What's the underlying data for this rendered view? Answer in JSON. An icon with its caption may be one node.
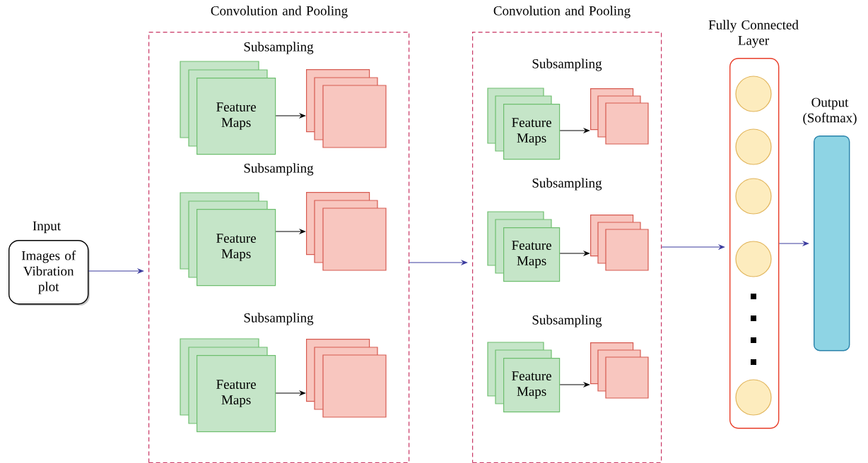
{
  "diagram": {
    "nodes": [
      {
        "text": [
          "Input",
          "Images of Vibration plot"
        ]
      },
      {
        "text": [
          "Convolution and Pooling"
        ]
      },
      {
        "text": [
          "Feature Maps"
        ],
        "in": 1
      },
      {
        "text": [],
        "shape": "box",
        "in": 1
      },
      {
        "text": [
          "Feature Maps"
        ],
        "in": 1
      },
      {
        "text": [],
        "shape": "box",
        "in": 1
      },
      {
        "text": [
          "Feature Maps"
        ],
        "in": 1
      },
      {
        "text": [],
        "shape": "box",
        "in": 1
      },
      {
        "text": [
          "Convolution and Pooling"
        ]
      },
      {
        "text": [
          "Feature Maps"
        ],
        "in": 8
      },
      {
        "text": [],
        "shape": "box",
        "in": 8
      },
      {
        "text": [
          "Feature Maps"
        ],
        "in": 8
      },
      {
        "text": [],
        "shape": "box",
        "in": 8
      },
      {
        "text": [
          "Feature Maps"
        ],
        "in": 8
      },
      {
        "text": [],
        "shape": "box",
        "in": 8
      },
      {
        "text": [
          "Fully Connected Layer"
        ]
      },
      {
        "text": [],
        "shape": "circle",
        "in": 15
      },
      {
        "text": [],
        "shape": "circle",
        "in": 15
      },
      {
        "text": [],
        "shape": "circle",
        "in": 15
      },
      {
        "text": [],
        "shape": "circle",
        "in": 15
      },
      {
        "text": [],
        "shape": "circle",
        "in": 15
      },
      {
        "text": [
          "Output (Softmax)"
        ]
      }
    ],
    "edges": [
      {
        "from": 0,
        "to": 1,
        "arrow": "to",
        "color": "#3b3b9e"
      },
      {
        "from": 2,
        "to": 3,
        "arrow": "to"
      },
      {
        "from": 4,
        "to": 5,
        "arrow": "to"
      },
      {
        "from": 6,
        "to": 7,
        "arrow": "to"
      },
      {
        "from": 1,
        "to": 8,
        "arrow": "to",
        "color": "#3b3b9e"
      },
      {
        "from": 9,
        "to": 10,
        "arrow": "to"
      },
      {
        "from": 11,
        "to": 12,
        "arrow": "to"
      },
      {
        "from": 13,
        "to": 14,
        "arrow": "to"
      },
      {
        "from": 8,
        "to": 15,
        "arrow": "to",
        "color": "#3b3b9e"
      },
      {
        "from": 15,
        "to": 21,
        "arrow": "to",
        "color": "#3b3b9e"
      }
    ],
    "labels": [
      "Subsampling",
      "Subsampling",
      "Subsampling",
      "Subsampling",
      "Subsampling",
      "Subsampling"
    ]
  }
}
